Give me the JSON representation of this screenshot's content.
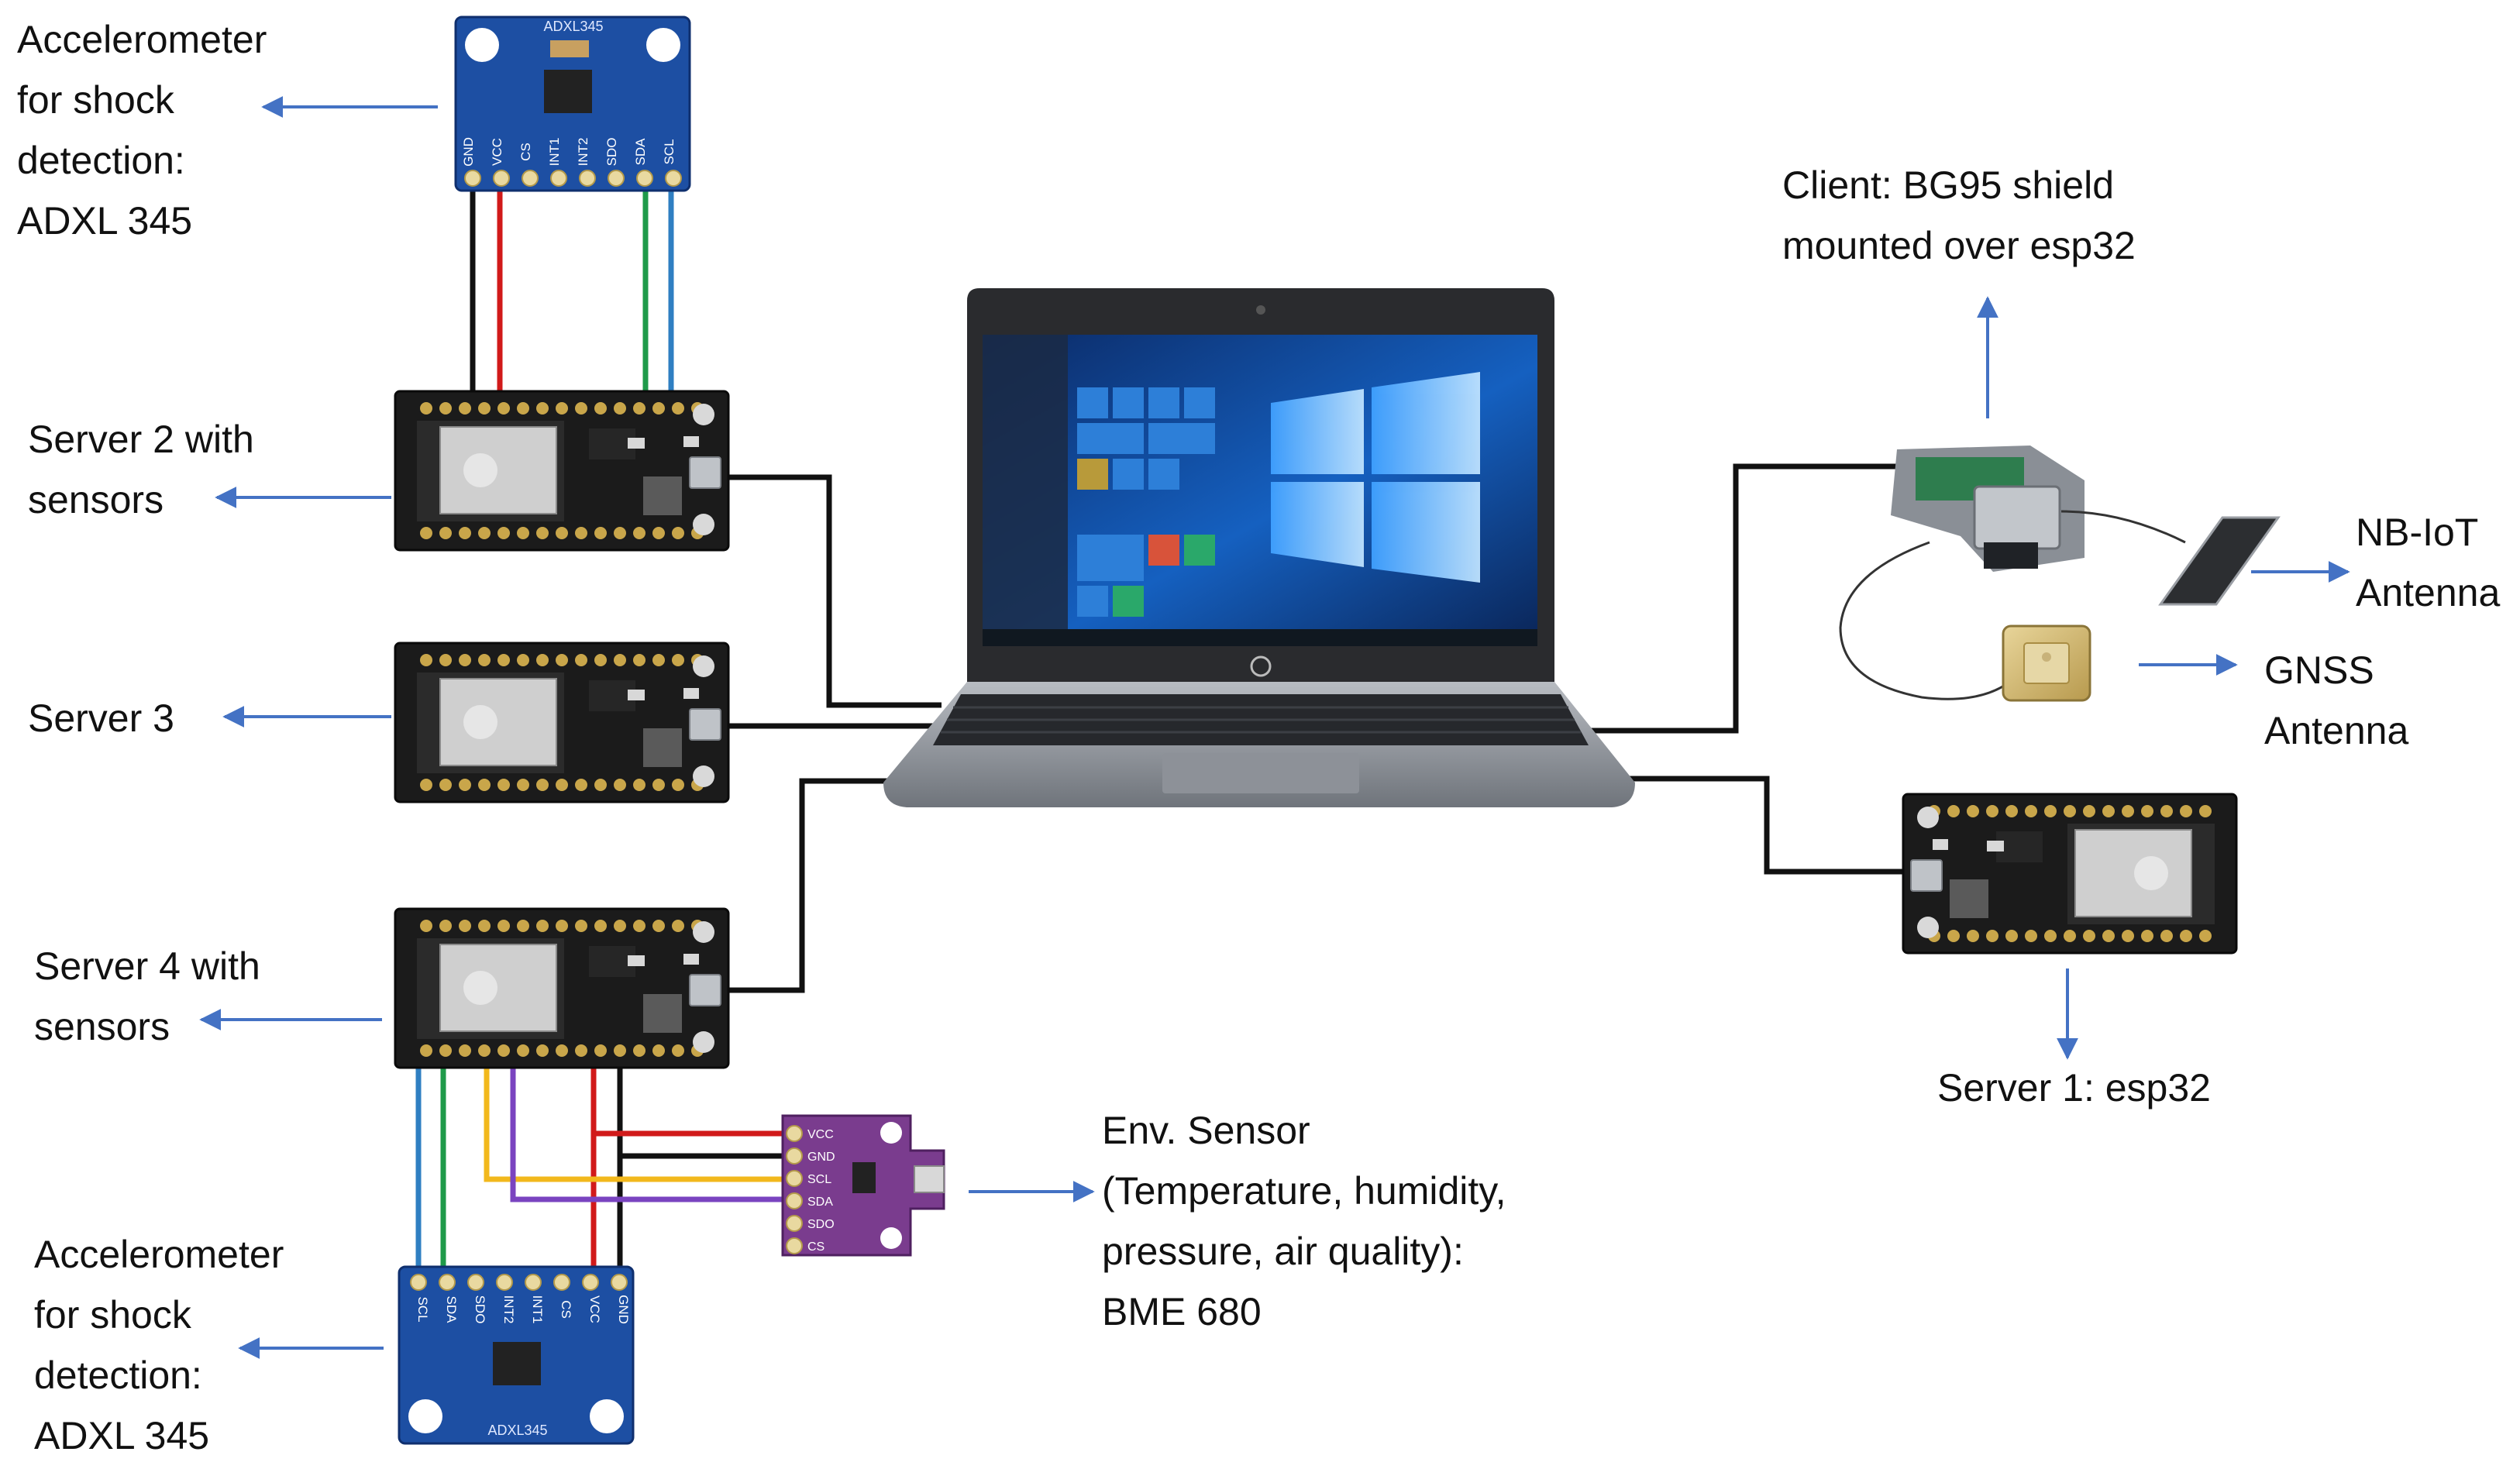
{
  "labels": {
    "accel_top": [
      "Accelerometer",
      "for shock",
      "detection:",
      "ADXL 345"
    ],
    "server2": [
      "Server 2 with",
      "sensors"
    ],
    "server3": [
      "Server 3"
    ],
    "server4": [
      "Server 4 with",
      "sensors"
    ],
    "accel_bottom": [
      "Accelerometer",
      "for shock",
      "detection:",
      "ADXL 345"
    ],
    "env_sensor": [
      "Env. Sensor",
      "(Temperature, humidity,",
      "pressure, air quality):",
      "BME 680"
    ],
    "client": [
      "Client: BG95 shield",
      "mounted over esp32"
    ],
    "nbiot": [
      "NB-IoT",
      "Antenna"
    ],
    "gnss": [
      "GNSS",
      "Antenna"
    ],
    "server1": [
      "Server 1: esp32"
    ]
  },
  "pins": {
    "adxl_top": [
      "GND",
      "VCC",
      "CS",
      "INT1",
      "INT2",
      "SDO",
      "SDA",
      "SCL"
    ],
    "adxl_bottom": [
      "SCL",
      "SDA",
      "SDO",
      "INT2",
      "INT1",
      "CS",
      "VCC",
      "GND"
    ],
    "bme": [
      "VCC",
      "GND",
      "SCL",
      "SDA",
      "SDO",
      "CS"
    ]
  },
  "chip_marks": {
    "adxl_top": "ADXL345",
    "adxl_bottom": "ADXL345"
  },
  "colors": {
    "arrow": "#4472C4",
    "adxl_board": "#1d4fa3",
    "bme_board": "#7a3c8e",
    "esp_board": "#1b1b1b",
    "wire_black": "#111111",
    "wire_red": "#d11a1a",
    "wire_green": "#1f9a4a",
    "wire_blue": "#2f7fc2",
    "wire_yellow": "#f2b81c",
    "wire_purple": "#7a44c0"
  }
}
